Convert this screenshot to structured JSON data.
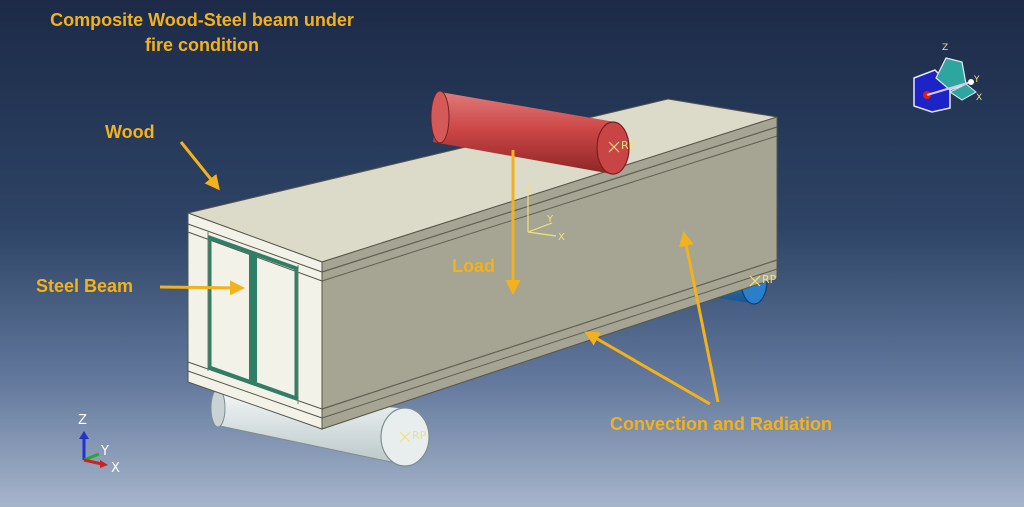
{
  "title": {
    "line1": "Composite Wood-Steel beam under",
    "line2": "fire condition"
  },
  "labels": {
    "wood": "Wood",
    "steel_beam": "Steel Beam",
    "load": "Load",
    "convection": "Convection and Radiation"
  },
  "reference_points": {
    "top": "RP",
    "right": "RP",
    "bottom": "RP"
  },
  "local_axes": {
    "x": "X",
    "y": "Y",
    "z": "Z"
  },
  "global_triad": {
    "x": "X",
    "y": "Y",
    "z": "Z"
  },
  "view_cube": {
    "x": "X",
    "y": "Y",
    "z": "Z"
  },
  "colors": {
    "label": "#f3b11c",
    "wood_top": "#dcdac8",
    "wood_side": "#a6a593",
    "wood_front": "#f3f2e8",
    "steel": "#3e9a7e",
    "load_cylinder": "#cd4747",
    "support_right": "#2272be",
    "support_bottom": "#dde6e6"
  }
}
